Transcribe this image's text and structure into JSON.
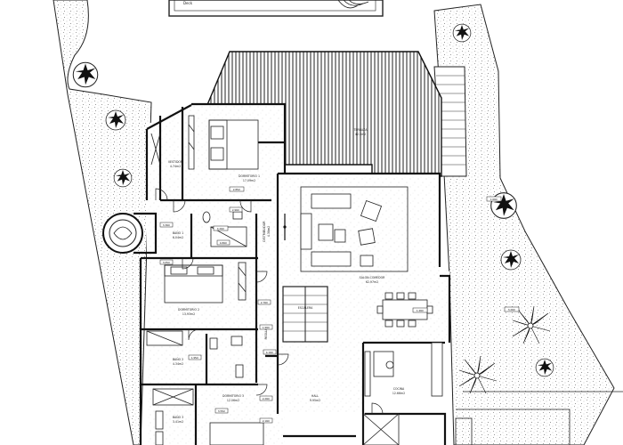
{
  "plan": {
    "rooms": [
      {
        "id": "pool_label",
        "text": "Deck"
      },
      {
        "id": "dormitorio1",
        "text": "DORMITORIO 1"
      },
      {
        "id": "dormitorio1_area",
        "text": "17.09m2"
      },
      {
        "id": "vestidor1",
        "text": "VESTIDOR"
      },
      {
        "id": "vestidor1_area",
        "text": "4.74m2"
      },
      {
        "id": "terraza",
        "text": "TERRAZA"
      },
      {
        "id": "terraza_area",
        "text": "42.5m2"
      },
      {
        "id": "bano1",
        "text": "BAÑO 1"
      },
      {
        "id": "bano1_area",
        "text": "6.04m2"
      },
      {
        "id": "dormitorio2",
        "text": "DORMITORIO 2"
      },
      {
        "id": "dormitorio2_area",
        "text": "13.93m2"
      },
      {
        "id": "salon",
        "text": "SALON-COMEDOR"
      },
      {
        "id": "salon_area",
        "text": "62.97m2"
      },
      {
        "id": "distribuidor",
        "text": "DISTRIBUIDOR"
      },
      {
        "id": "distribuidor_area",
        "text": "4.38m2"
      },
      {
        "id": "bano2",
        "text": "BAÑO 2"
      },
      {
        "id": "bano2_area",
        "text": "4.34m2"
      },
      {
        "id": "cocina",
        "text": "COCINA"
      },
      {
        "id": "cocina_area",
        "text": "12.66m2"
      },
      {
        "id": "hall",
        "text": "HALL"
      },
      {
        "id": "hall_area",
        "text": "9.95m2"
      },
      {
        "id": "dormitorio3",
        "text": "DORMITORIO 3"
      },
      {
        "id": "dormitorio3_area",
        "text": "12.06m2"
      },
      {
        "id": "bano3",
        "text": "BAÑO 3"
      },
      {
        "id": "bano3_area",
        "text": "3.41m2"
      },
      {
        "id": "escalera",
        "text": "ESCALERA"
      },
      {
        "id": "pasillo",
        "text": "PASILLO"
      }
    ],
    "dimensions": [
      "2.85m",
      "3.30m",
      "4.20m",
      "2.70m",
      "1.95m",
      "3.55m",
      "2.10m",
      "1.40m",
      "4.10m",
      "1.60m",
      "3.20m",
      "2.90m",
      "4.80m",
      "1.90m",
      "2.20m",
      "3.05m"
    ]
  }
}
